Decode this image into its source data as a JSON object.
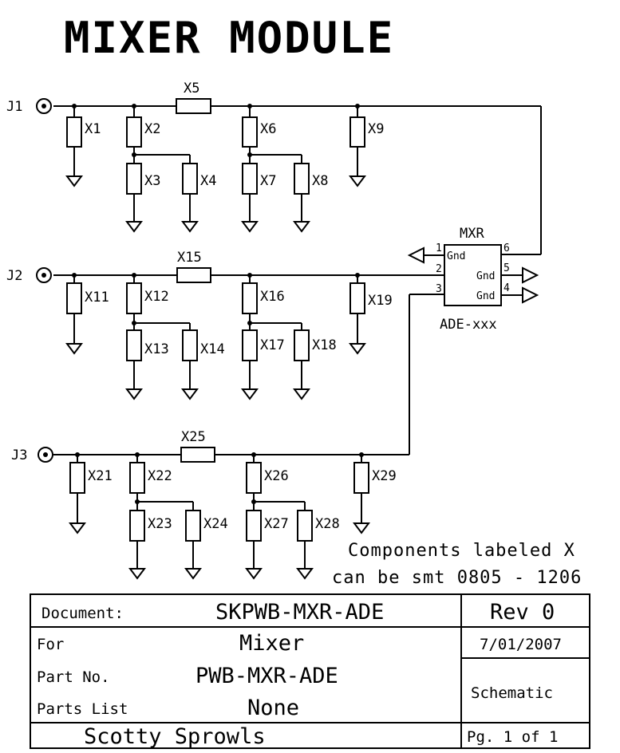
{
  "title": "MIXER MODULE",
  "connectors": {
    "j1": "J1",
    "j2": "J2",
    "j3": "J3"
  },
  "components": {
    "x1": "X1",
    "x2": "X2",
    "x3": "X3",
    "x4": "X4",
    "x5": "X5",
    "x6": "X6",
    "x7": "X7",
    "x8": "X8",
    "x9": "X9",
    "x11": "X11",
    "x12": "X12",
    "x13": "X13",
    "x14": "X14",
    "x15": "X15",
    "x16": "X16",
    "x17": "X17",
    "x18": "X18",
    "x19": "X19",
    "x21": "X21",
    "x22": "X22",
    "x23": "X23",
    "x24": "X24",
    "x25": "X25",
    "x26": "X26",
    "x27": "X27",
    "x28": "X28",
    "x29": "X29"
  },
  "mixer": {
    "ref": "MXR",
    "part": "ADE-xxx",
    "pin1": "1",
    "pin2": "2",
    "pin3": "3",
    "pin4": "4",
    "pin5": "5",
    "pin6": "6",
    "gnd_left": "Gnd",
    "gnd_right_top": "Gnd",
    "gnd_right_bottom": "Gnd"
  },
  "note": {
    "line1": "Components labeled X",
    "line2": "can be smt 0805 - 1206"
  },
  "title_block": {
    "document_label": "Document:",
    "document_value": "SKPWB-MXR-ADE",
    "revision": "Rev 0",
    "for_label": "For",
    "for_value": "Mixer",
    "date": "7/01/2007",
    "part_label": "Part No.",
    "part_value": "PWB-MXR-ADE",
    "sheet_type": "Schematic",
    "parts_list_label": "Parts List",
    "parts_list_value": "None",
    "author": "Scotty Sprowls",
    "page": "Pg. 1 of 1"
  }
}
